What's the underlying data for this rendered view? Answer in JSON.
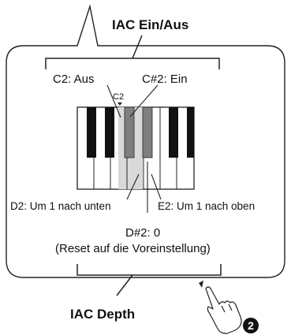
{
  "callout": {
    "top_title": "IAC Ein/Aus",
    "bottom_title": "IAC Depth"
  },
  "keys": {
    "c2_label": "C2: Aus",
    "csharp2_label": "C#2: Ein",
    "c2_marker": "C2",
    "d2_label": "D2: Um 1 nach unten",
    "e2_label": "E2: Um 1 nach oben",
    "dsharp2_label": "D#2: 0",
    "reset_note": "(Reset auf die Voreinstellung)"
  },
  "step": {
    "number": "2"
  },
  "colors": {
    "highlight_white_key": "#d9d9d9",
    "highlight_black_key": "#7f7f7f",
    "outline": "#222222"
  }
}
